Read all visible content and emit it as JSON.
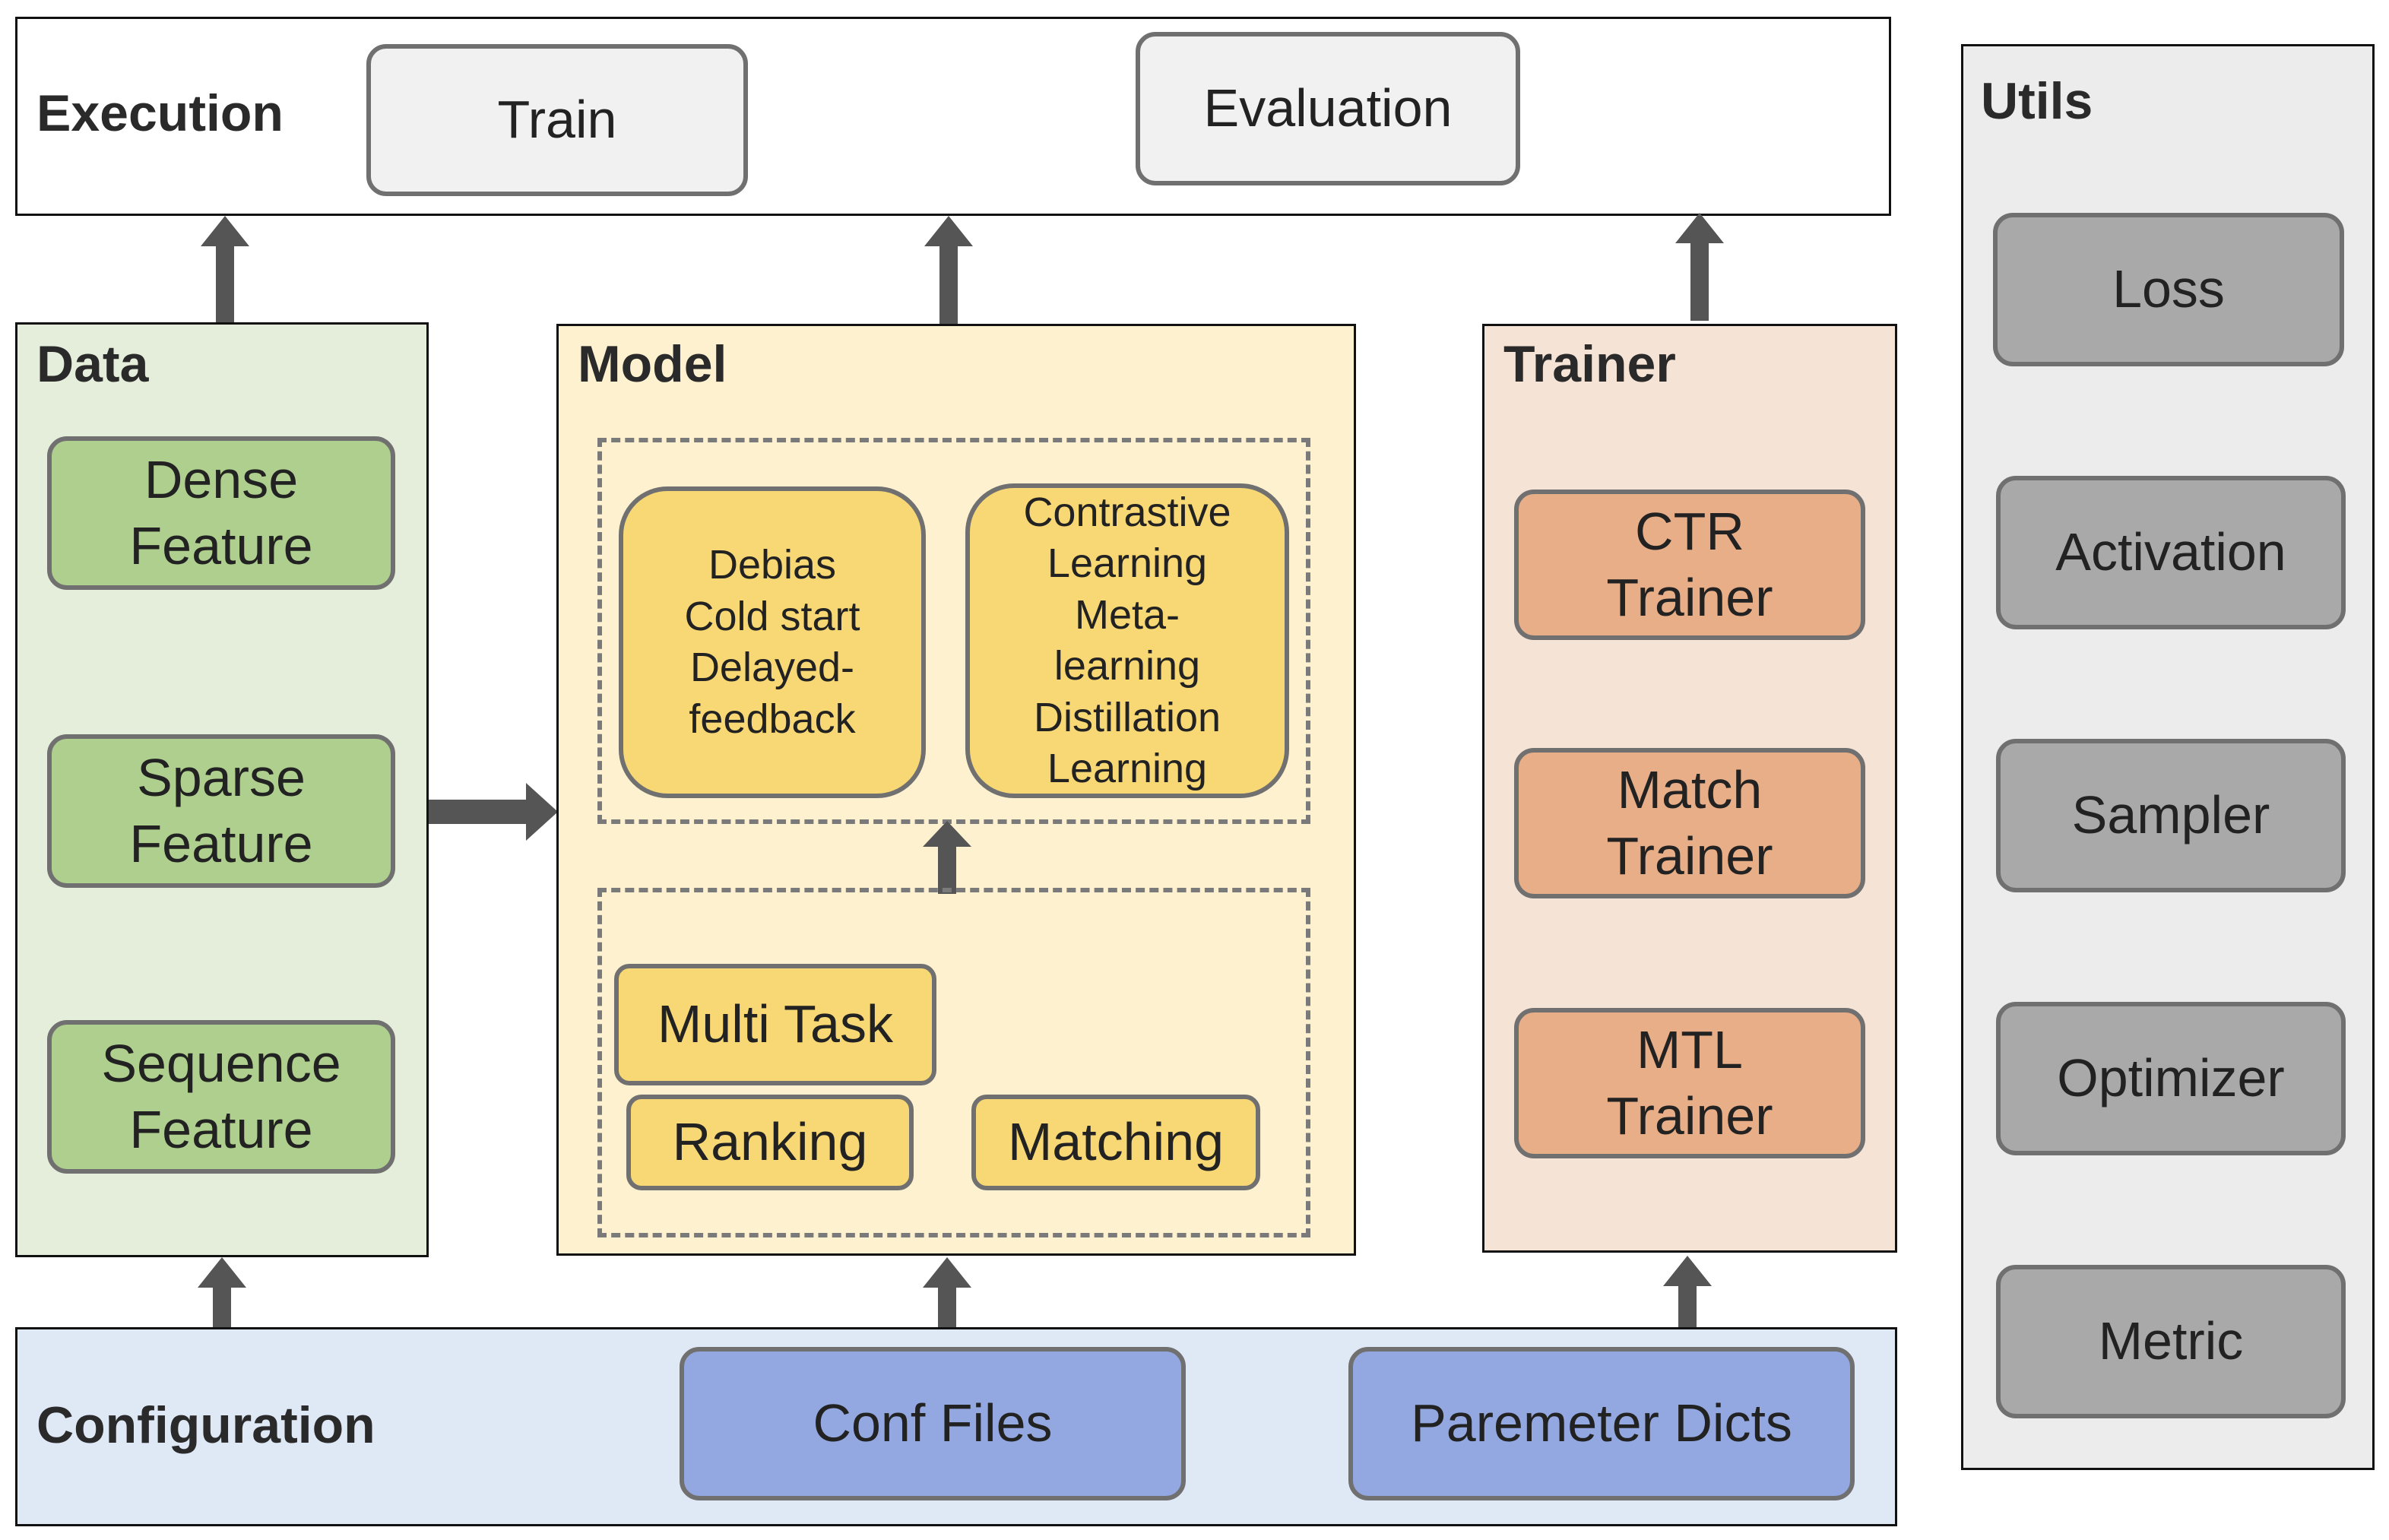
{
  "colors": {
    "data_panel_bg": "#e5eedb",
    "data_box_fill": "#afcf8e",
    "model_panel_bg": "#fdf1cf",
    "model_box_fill": "#f8d874",
    "trainer_panel_bg": "#f5e3d6",
    "trainer_box_fill": "#e8ae88",
    "utils_panel_bg": "#ececec",
    "utils_box_fill": "#a9a9a9",
    "config_panel_bg": "#dfe8f5",
    "config_box_fill": "#93a8e0",
    "execution_box_fill": "#f1f1f1",
    "arrow": "#555555"
  },
  "execution": {
    "title": "Execution",
    "train": "Train",
    "evaluation": "Evaluation"
  },
  "data": {
    "title": "Data",
    "items": [
      [
        "Dense",
        "Feature"
      ],
      [
        "Sparse",
        "Feature"
      ],
      [
        "Sequence",
        "Feature"
      ]
    ]
  },
  "model": {
    "title": "Model",
    "upper_left": [
      "Debias",
      "Cold start",
      "Delayed-",
      "feedback"
    ],
    "upper_right": [
      "Contrastive",
      "Learning",
      "Meta-",
      "learning",
      "Distillation",
      "Learning"
    ],
    "multi_task": "Multi Task",
    "ranking": "Ranking",
    "matching": "Matching"
  },
  "trainer": {
    "title": "Trainer",
    "items": [
      [
        "CTR",
        "Trainer"
      ],
      [
        "Match",
        "Trainer"
      ],
      [
        "MTL",
        "Trainer"
      ]
    ]
  },
  "utils": {
    "title": "Utils",
    "items": [
      "Loss",
      "Activation",
      "Sampler",
      "Optimizer",
      "Metric"
    ]
  },
  "configuration": {
    "title": "Configuration",
    "conf_files": "Conf Files",
    "param_dicts": "Paremeter Dicts"
  }
}
